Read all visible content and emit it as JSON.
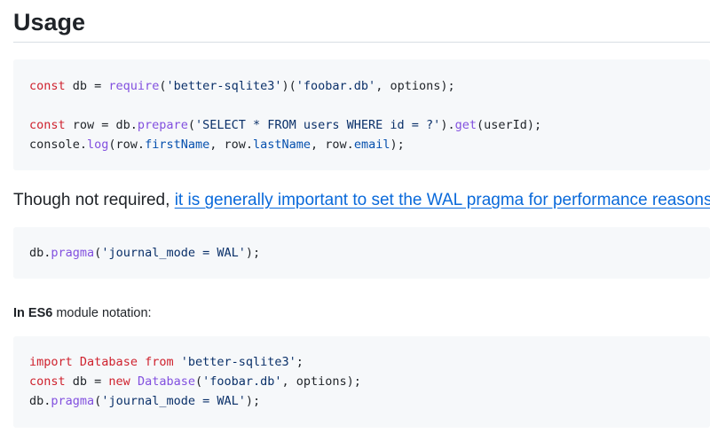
{
  "heading": "Usage",
  "block1": {
    "l1": {
      "kw": "const",
      "a": " db = ",
      "fn": "require",
      "b": "(",
      "s1": "'better-sqlite3'",
      "c": ")(",
      "s2": "'foobar.db'",
      "d": ", options);"
    },
    "l2": {
      "kw": "const",
      "a": " row = db.",
      "fn1": "prepare",
      "b": "(",
      "s1": "'SELECT * FROM users WHERE id = ?'",
      "c": ").",
      "fn2": "get",
      "d": "(userId);"
    },
    "l3": {
      "a": "console.",
      "fn": "log",
      "b": "(row.",
      "p1": "firstName",
      "c": ", row.",
      "p2": "lastName",
      "d": ", row.",
      "p3": "email",
      "e": ");"
    }
  },
  "paragraph": {
    "text": "Though not required, ",
    "link": "it is generally important to set the WAL pragma for performance reasons",
    "tail": "."
  },
  "block2": {
    "l1": {
      "a": "db.",
      "fn": "pragma",
      "b": "(",
      "s1": "'journal_mode = WAL'",
      "c": ");"
    }
  },
  "subheading": {
    "bold": "In ES6",
    "rest": " module notation:"
  },
  "block3": {
    "l1": {
      "kw1": "import",
      "a": " ",
      "cls": "Database",
      "b": " ",
      "kw2": "from",
      "c": " ",
      "s1": "'better-sqlite3'",
      "d": ";"
    },
    "l2": {
      "kw1": "const",
      "a": " db = ",
      "kw2": "new",
      "b": " ",
      "cls": "Database",
      "c": "(",
      "s1": "'foobar.db'",
      "d": ", options);"
    },
    "l3": {
      "a": "db.",
      "fn": "pragma",
      "b": "(",
      "s1": "'journal_mode = WAL'",
      "c": ");"
    }
  },
  "colors": {
    "keyword": "#cf222e",
    "function": "#8250df",
    "string": "#0a3069",
    "property": "#0550ae",
    "link": "#0969da",
    "code_background": "#f6f8fa"
  }
}
